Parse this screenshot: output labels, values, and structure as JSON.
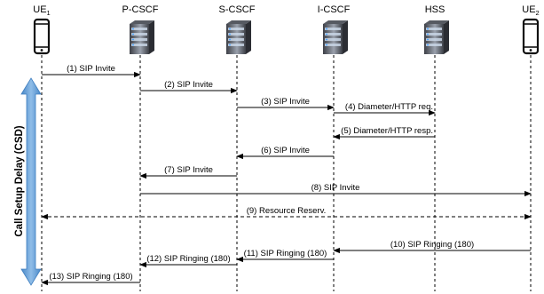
{
  "entities": [
    {
      "name": "UE",
      "subscript": "1",
      "kind": "phone"
    },
    {
      "name": "P-CSCF",
      "subscript": "",
      "kind": "server"
    },
    {
      "name": "S-CSCF",
      "subscript": "",
      "kind": "server"
    },
    {
      "name": "I-CSCF",
      "subscript": "",
      "kind": "server"
    },
    {
      "name": "HSS",
      "subscript": "",
      "kind": "server"
    },
    {
      "name": "UE",
      "subscript": "2",
      "kind": "phone"
    }
  ],
  "messages": [
    {
      "label": "(1) SIP Invite",
      "from": 0,
      "to": 1,
      "style": "solid"
    },
    {
      "label": "(2) SIP Invite",
      "from": 1,
      "to": 2,
      "style": "solid"
    },
    {
      "label": "(3) SIP Invite",
      "from": 2,
      "to": 3,
      "style": "solid"
    },
    {
      "label": "(4) Diameter/HTTP req.",
      "from": 3,
      "to": 4,
      "style": "solid"
    },
    {
      "label": "(5) Diameter/HTTP resp.",
      "from": 4,
      "to": 3,
      "style": "solid"
    },
    {
      "label": "(6) SIP Invite",
      "from": 3,
      "to": 2,
      "style": "solid"
    },
    {
      "label": "(7) SIP Invite",
      "from": 2,
      "to": 1,
      "style": "solid"
    },
    {
      "label": "(8) SIP Invite",
      "from": 1,
      "to": 5,
      "style": "solid"
    },
    {
      "label": "(9) Resource Reserv.",
      "from": 0,
      "to": 5,
      "style": "dashed-both"
    },
    {
      "label": "(10) SIP Ringing (180)",
      "from": 5,
      "to": 3,
      "style": "solid"
    },
    {
      "label": "(11) SIP Ringing (180)",
      "from": 3,
      "to": 2,
      "style": "solid"
    },
    {
      "label": "(12) SIP Ringing (180)",
      "from": 2,
      "to": 1,
      "style": "solid"
    },
    {
      "label": "(13) SIP Ringing (180)",
      "from": 1,
      "to": 0,
      "style": "solid"
    }
  ],
  "delay_label": "Call Setup Delay (CSD)",
  "colors": {
    "arrow_blue": "#5b9bd5",
    "line": "#000000"
  }
}
